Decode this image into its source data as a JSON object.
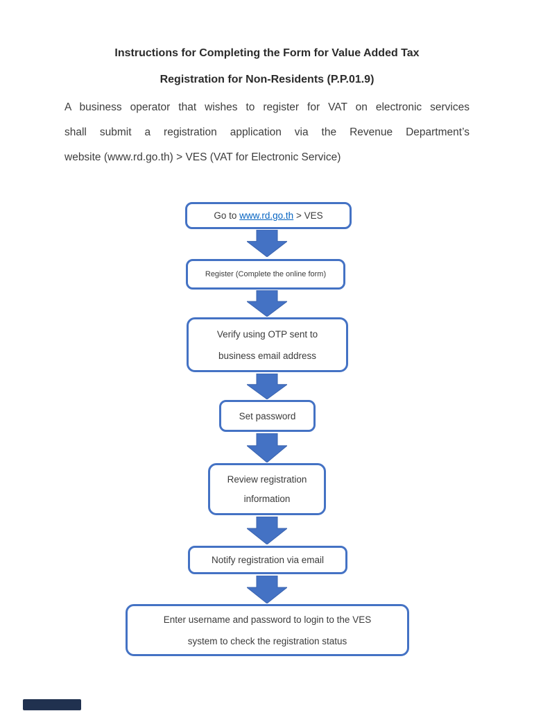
{
  "title": {
    "line1": "Instructions for Completing the Form for Value Added Tax",
    "line2": "Registration for Non-Residents (P.P.01.9)"
  },
  "intro": {
    "line1": "A business operator that wishes to register for VAT on electronic services",
    "line2": "shall submit a registration application via the Revenue Department’s",
    "line3": "website (www.rd.go.th) > VES (VAT for Electronic Service)"
  },
  "flowchart": {
    "step1": {
      "prefix": "Go to ",
      "link": "www.rd.go.th",
      "suffix": " > VES"
    },
    "step2": {
      "label": "Register (Complete the online form)"
    },
    "step3": {
      "line1": "Verify using OTP sent to",
      "line2": "business email address"
    },
    "step4": {
      "label": "Set password"
    },
    "step5": {
      "line1": "Review registration",
      "line2": "information"
    },
    "step6": {
      "label": "Notify registration via email"
    },
    "step7": {
      "line1": "Enter username and password to login to the VES",
      "line2": "system to check the registration status"
    }
  },
  "colors": {
    "box_border": "#4472C4",
    "arrow_fill": "#4472C4",
    "arrow_stroke": "#3A63AE",
    "link": "#0563C1",
    "text": "#3A3A3A",
    "bottom_bar": "#20314F"
  }
}
